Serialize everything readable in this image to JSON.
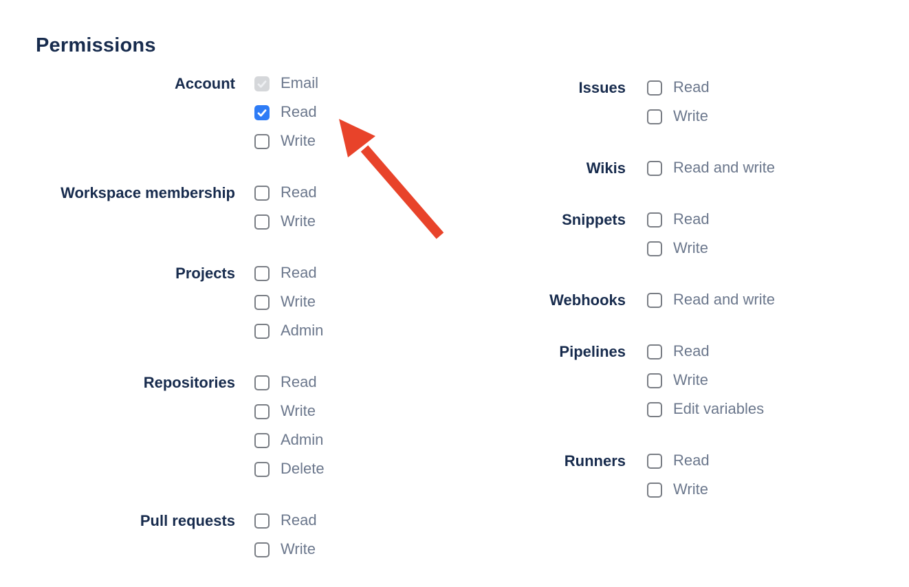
{
  "page": {
    "title": "Permissions"
  },
  "colors": {
    "heading": "#172B4D",
    "option_label": "#6B778C",
    "checkbox_border": "#797D84",
    "checkbox_checked_bg": "#2E7CF6",
    "checkbox_disabled_bg": "#D5D7DA",
    "arrow": "#E8432A"
  },
  "columns": [
    {
      "groups": [
        {
          "label": "Account",
          "options": [
            {
              "label": "Email",
              "checked": true,
              "disabled": true
            },
            {
              "label": "Read",
              "checked": true,
              "disabled": false
            },
            {
              "label": "Write",
              "checked": false,
              "disabled": false
            }
          ]
        },
        {
          "label": "Workspace membership",
          "options": [
            {
              "label": "Read",
              "checked": false,
              "disabled": false
            },
            {
              "label": "Write",
              "checked": false,
              "disabled": false
            }
          ]
        },
        {
          "label": "Projects",
          "options": [
            {
              "label": "Read",
              "checked": false,
              "disabled": false
            },
            {
              "label": "Write",
              "checked": false,
              "disabled": false
            },
            {
              "label": "Admin",
              "checked": false,
              "disabled": false
            }
          ]
        },
        {
          "label": "Repositories",
          "options": [
            {
              "label": "Read",
              "checked": false,
              "disabled": false
            },
            {
              "label": "Write",
              "checked": false,
              "disabled": false
            },
            {
              "label": "Admin",
              "checked": false,
              "disabled": false
            },
            {
              "label": "Delete",
              "checked": false,
              "disabled": false
            }
          ]
        },
        {
          "label": "Pull requests",
          "options": [
            {
              "label": "Read",
              "checked": false,
              "disabled": false
            },
            {
              "label": "Write",
              "checked": false,
              "disabled": false
            }
          ]
        }
      ]
    },
    {
      "groups": [
        {
          "label": "Issues",
          "options": [
            {
              "label": "Read",
              "checked": false,
              "disabled": false
            },
            {
              "label": "Write",
              "checked": false,
              "disabled": false
            }
          ]
        },
        {
          "label": "Wikis",
          "options": [
            {
              "label": "Read and write",
              "checked": false,
              "disabled": false
            }
          ]
        },
        {
          "label": "Snippets",
          "options": [
            {
              "label": "Read",
              "checked": false,
              "disabled": false
            },
            {
              "label": "Write",
              "checked": false,
              "disabled": false
            }
          ]
        },
        {
          "label": "Webhooks",
          "options": [
            {
              "label": "Read and write",
              "checked": false,
              "disabled": false
            }
          ]
        },
        {
          "label": "Pipelines",
          "options": [
            {
              "label": "Read",
              "checked": false,
              "disabled": false
            },
            {
              "label": "Write",
              "checked": false,
              "disabled": false
            },
            {
              "label": "Edit variables",
              "checked": false,
              "disabled": false
            }
          ]
        },
        {
          "label": "Runners",
          "options": [
            {
              "label": "Read",
              "checked": false,
              "disabled": false
            },
            {
              "label": "Write",
              "checked": false,
              "disabled": false
            }
          ]
        }
      ]
    }
  ],
  "annotation": {
    "type": "red-arrow",
    "points_at": "account-read-checkbox"
  }
}
